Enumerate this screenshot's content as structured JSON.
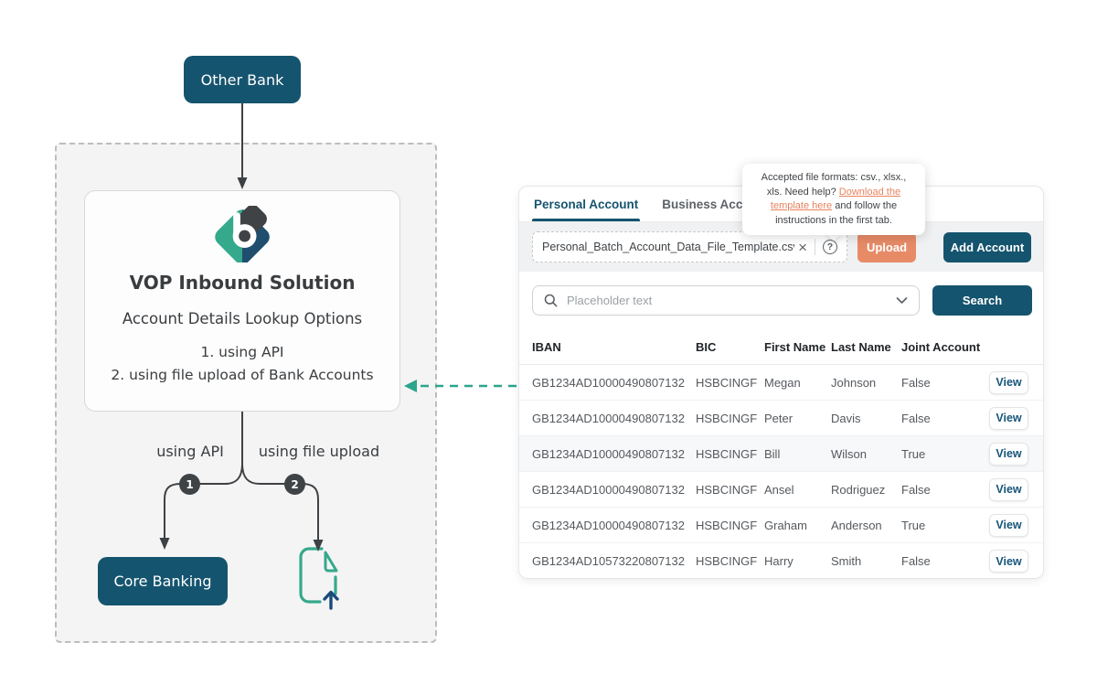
{
  "diagram": {
    "other_bank": "Other Bank",
    "box": {
      "title": "VOP Inbound Solution",
      "subtitle": "Account Details Lookup Options",
      "options": [
        "1. using API",
        "2. using file upload of Bank Accounts"
      ]
    },
    "branches": [
      {
        "number": "1",
        "label": "using API"
      },
      {
        "number": "2",
        "label": "using file upload"
      }
    ],
    "core_banking": "Core Banking"
  },
  "panel": {
    "tabs": [
      {
        "label": "Personal Account"
      },
      {
        "label": "Business Account"
      }
    ],
    "tooltip": {
      "before": "Accepted file formats: csv., xlsx., xls. Need help? ",
      "link": "Download the template here",
      "after": " and follow the instructions in the first tab."
    },
    "file_upload": {
      "filename": "Personal_Batch_Account_Data_File_Template.csv",
      "clear_icon": "×",
      "help_icon": "?",
      "upload": "Upload",
      "add_account": "Add Account"
    },
    "search": {
      "placeholder": "Placeholder text",
      "button": "Search"
    },
    "table": {
      "headers": [
        "IBAN",
        "BIC",
        "First Name",
        "Last Name",
        "Joint Account"
      ],
      "view": "View",
      "rows": [
        {
          "iban": "GB1234AD10000490807132",
          "bic": "HSBCINGF",
          "first": "Megan",
          "last": "Johnson",
          "joint": "False"
        },
        {
          "iban": "GB1234AD10000490807132",
          "bic": "HSBCINGF",
          "first": "Peter",
          "last": "Davis",
          "joint": "False"
        },
        {
          "iban": "GB1234AD10000490807132",
          "bic": "HSBCINGF",
          "first": "Bill",
          "last": "Wilson",
          "joint": "True"
        },
        {
          "iban": "GB1234AD10000490807132",
          "bic": "HSBCINGF",
          "first": "Ansel",
          "last": "Rodriguez",
          "joint": "False"
        },
        {
          "iban": "GB1234AD10000490807132",
          "bic": "HSBCINGF",
          "first": "Graham",
          "last": "Anderson",
          "joint": "True"
        },
        {
          "iban": "GB1234AD10573220807132",
          "bic": "HSBCINGF",
          "first": "Harry",
          "last": "Smith",
          "joint": "False"
        }
      ]
    }
  },
  "colors": {
    "primary_teal": "#15546E",
    "accent_salmon": "#E78B67",
    "brand_green": "#35A98C",
    "link_salmon": "#E8825E",
    "arrow_dark": "#3E4144",
    "dashed_arrow_teal": "#2BA58C"
  }
}
